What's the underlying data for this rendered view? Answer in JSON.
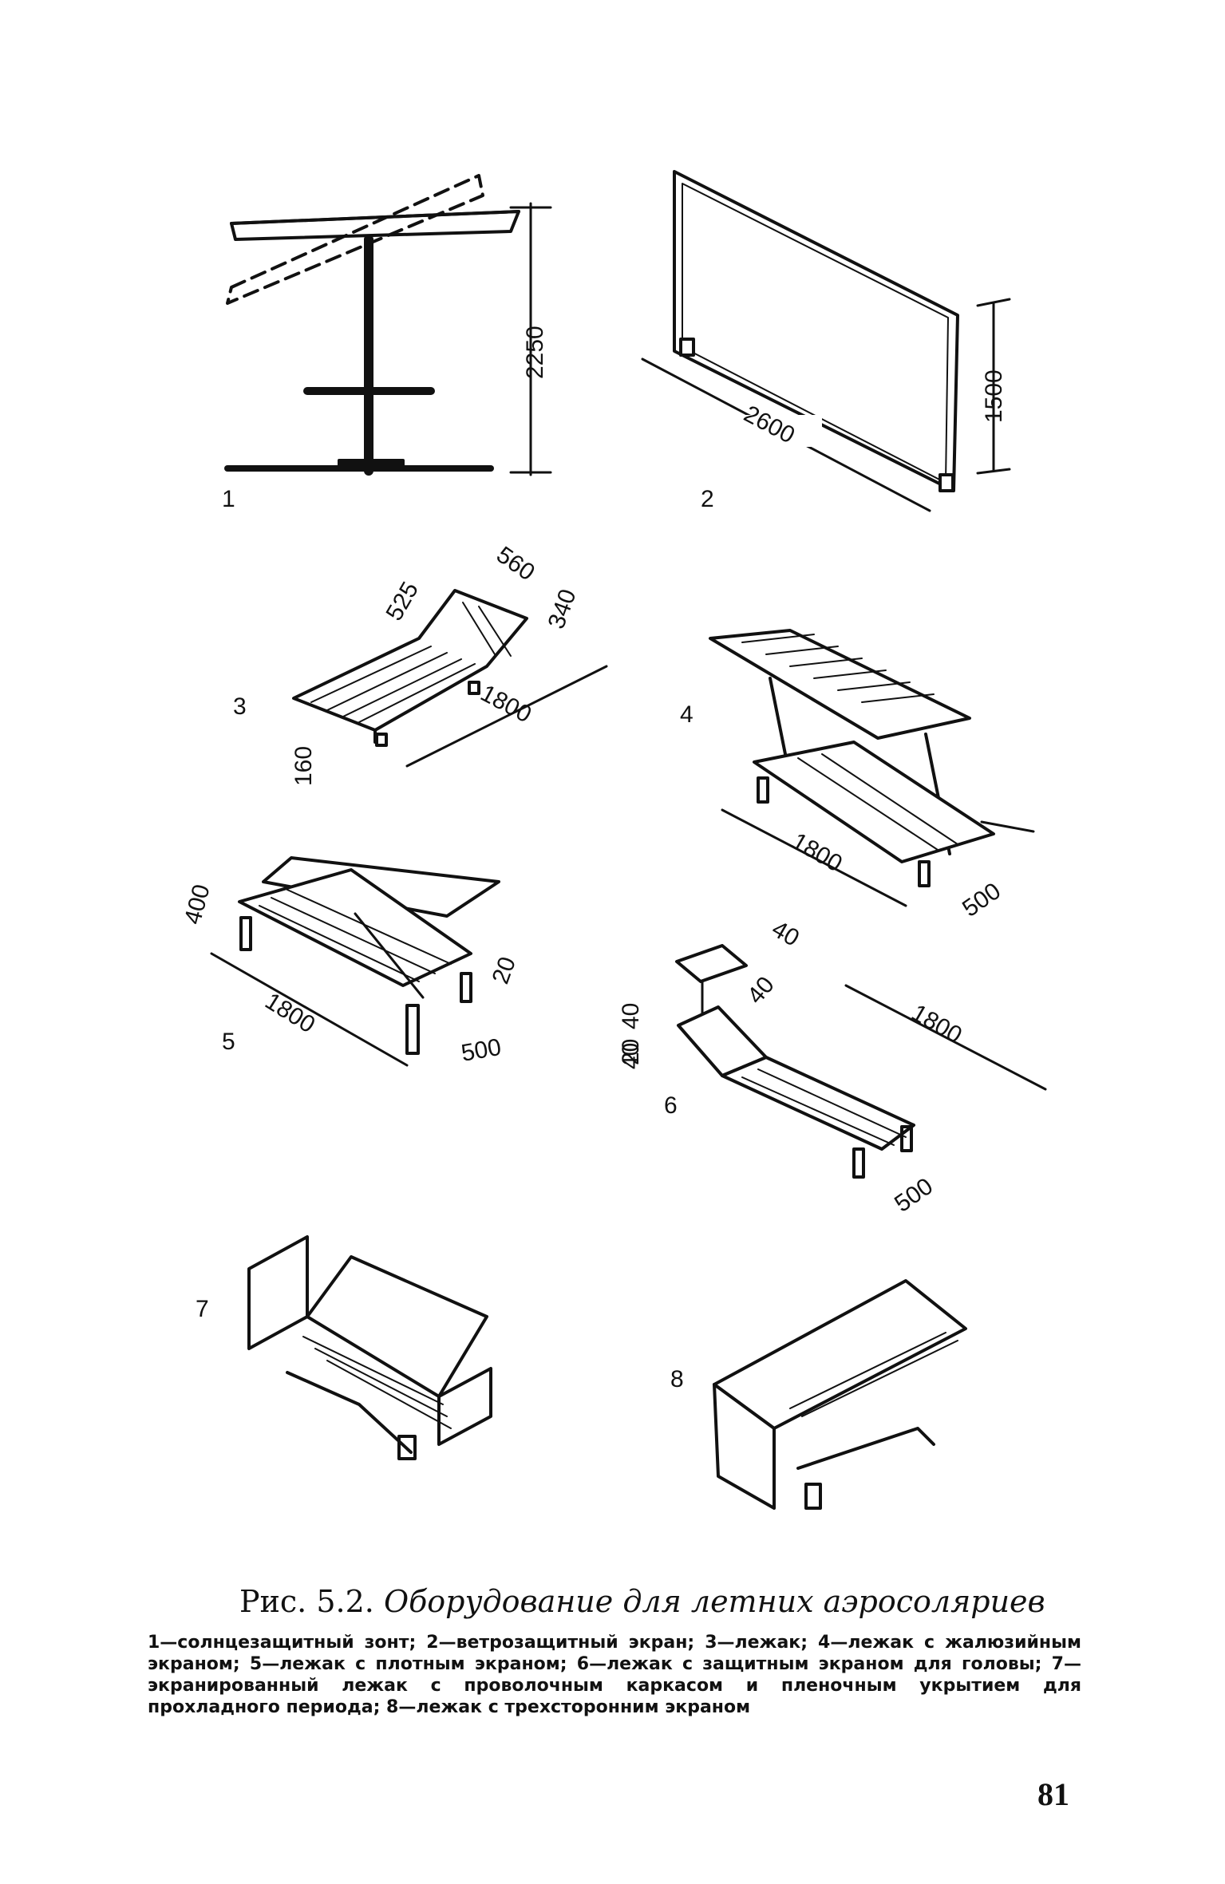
{
  "figure": {
    "items": [
      {
        "number": "1",
        "dims": [
          "2250"
        ]
      },
      {
        "number": "2",
        "dims": [
          "2600",
          "1500"
        ]
      },
      {
        "number": "3",
        "dims": [
          "525",
          "560",
          "340",
          "1800",
          "160"
        ]
      },
      {
        "number": "4",
        "dims": [
          "1800",
          "500"
        ]
      },
      {
        "number": "5",
        "dims": [
          "400",
          "1800",
          "20",
          "500"
        ]
      },
      {
        "number": "6",
        "dims": [
          "40",
          "40",
          "40",
          "20",
          "40",
          "1800",
          "500"
        ]
      },
      {
        "number": "7",
        "dims": []
      },
      {
        "number": "8",
        "dims": []
      }
    ]
  },
  "caption": {
    "prefix": "Рис. 5.2.",
    "title": "Оборудование для летних аэросоляриев",
    "body": "1—солнцезащитный зонт; 2—ветрозащитный экран; 3—лежак; 4—лежак с жалюзийным экраном; 5—лежак с плотным экраном; 6—лежак с защитным экраном для головы; 7—экранированный лежак с проволочным каркасом и пленочным укрытием для прохладного периода; 8—лежак с трехсторонним экраном"
  },
  "page_number": "81"
}
